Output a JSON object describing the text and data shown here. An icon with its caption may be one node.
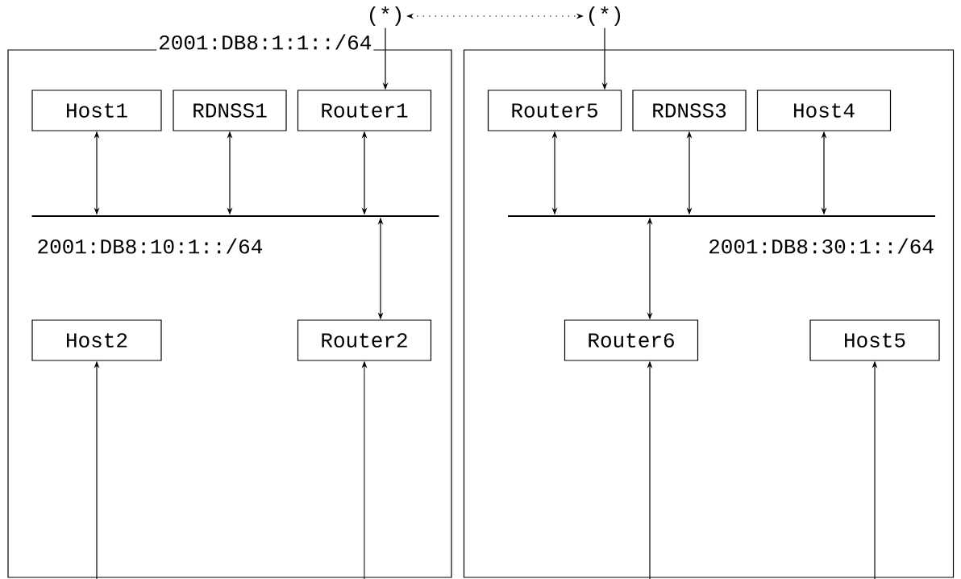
{
  "diagram": {
    "nodes": [
      {
        "text": [
          "(*)"
        ]
      },
      {
        "text": [
          "(*)"
        ]
      },
      {
        "text": [],
        "shape": "box"
      },
      {
        "text": [
          "Host1"
        ],
        "in": 2
      },
      {
        "text": [
          "RDNSS1"
        ],
        "in": 2
      },
      {
        "text": [
          "Router1"
        ],
        "in": 2
      },
      {
        "text": [],
        "shape": "bar",
        "in": 2,
        "beside": [
          "2001:DB8:10:1::/64"
        ]
      },
      {
        "text": [
          "Host2"
        ],
        "in": 2
      },
      {
        "text": [
          "Router2"
        ],
        "in": 2
      },
      {
        "text": [],
        "shape": "box"
      },
      {
        "text": [
          "Router5"
        ],
        "in": 9
      },
      {
        "text": [
          "RDNSS3"
        ],
        "in": 9
      },
      {
        "text": [
          "Host4"
        ],
        "in": 9
      },
      {
        "text": [],
        "shape": "bar",
        "in": 9,
        "beside": [
          "2001:DB8:30:1::/64"
        ]
      },
      {
        "text": [
          "Router6"
        ],
        "in": 9
      },
      {
        "text": [
          "Host5"
        ],
        "in": 9
      }
    ],
    "edges": [
      {
        "from": 0,
        "to": 1,
        "arrow": "both",
        "style": "dashed"
      },
      {
        "from": 0,
        "to": 5,
        "arrow": "to",
        "label": "2001:DB8:1:1::/64"
      },
      {
        "from": 1,
        "to": 10,
        "arrow": "to"
      },
      {
        "from": 3,
        "to": 6,
        "arrow": "both"
      },
      {
        "from": 4,
        "to": 6,
        "arrow": "both"
      },
      {
        "from": 5,
        "to": 6,
        "arrow": "both"
      },
      {
        "from": 6,
        "to": 8,
        "arrow": "both"
      },
      {
        "from": null,
        "to": 7,
        "arrow": "to"
      },
      {
        "from": null,
        "to": 8,
        "arrow": "to"
      },
      {
        "from": 10,
        "to": 13,
        "arrow": "both"
      },
      {
        "from": 11,
        "to": 13,
        "arrow": "both"
      },
      {
        "from": 12,
        "to": 13,
        "arrow": "both"
      },
      {
        "from": 13,
        "to": 14,
        "arrow": "both"
      },
      {
        "from": null,
        "to": 14,
        "arrow": "to"
      },
      {
        "from": null,
        "to": 15,
        "arrow": "to"
      }
    ]
  }
}
